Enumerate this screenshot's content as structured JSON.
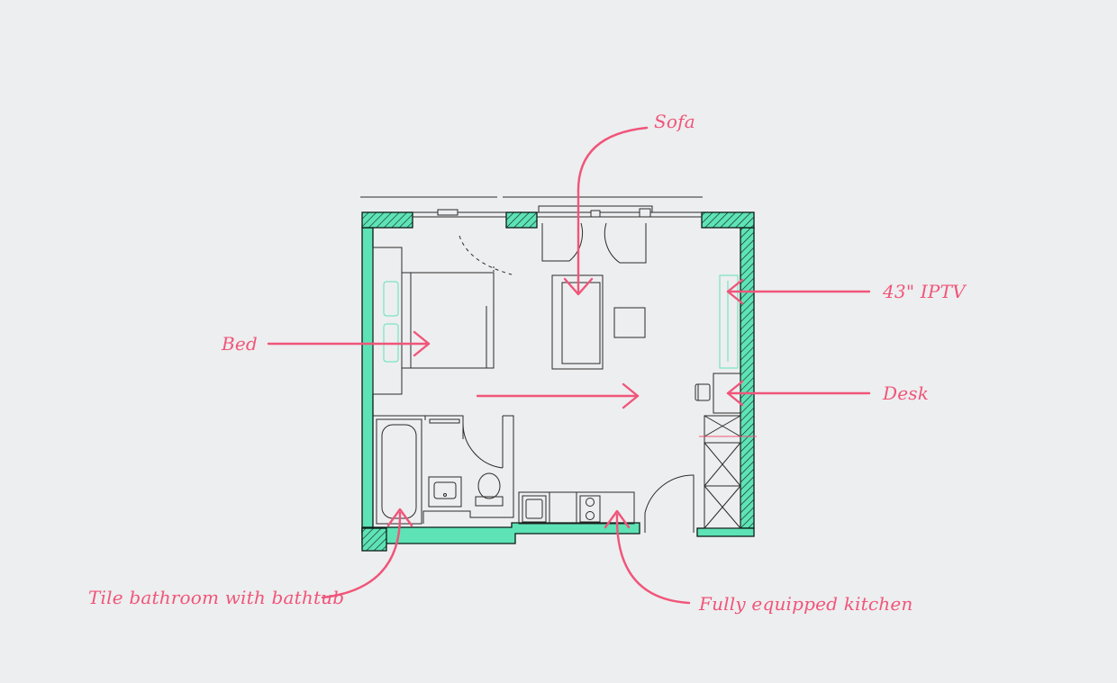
{
  "colors": {
    "background": "#edeeef",
    "wall_fill": "#5ee3b6",
    "wall_stroke": "#0b1b16",
    "furniture": "#2b2b2b",
    "fixture_accent": "#5ee3b6",
    "annotation": "#f0557a"
  },
  "labels": {
    "sofa": "Sofa",
    "tv": "43\" IPTV",
    "bed": "Bed",
    "desk": "Desk",
    "bathroom": "Tile bathroom with bathtub",
    "kitchen": "Fully equipped kitchen"
  }
}
